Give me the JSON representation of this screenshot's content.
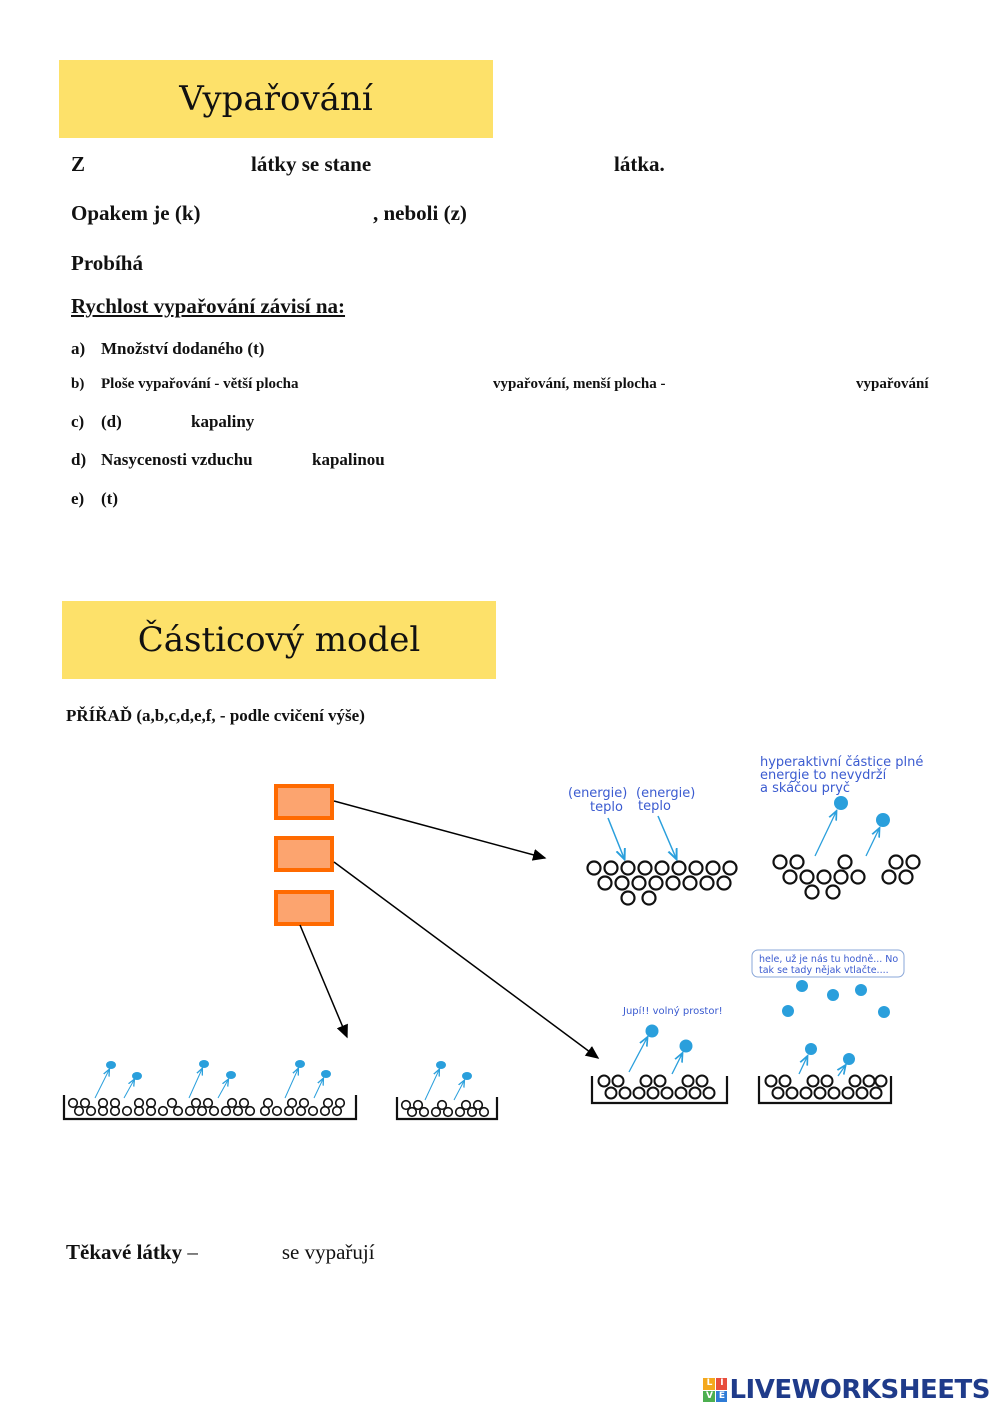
{
  "section1": {
    "title": "Vypařování",
    "line1": {
      "a": "Z",
      "b": "látky se stane",
      "c": "látka."
    },
    "line2": {
      "a": "Opakem je (k)",
      "b": ", neboli (z)"
    },
    "line3": "Probíhá",
    "heading": "Rychlost vypařování závisí na:",
    "items": [
      {
        "marker": "a)",
        "parts": [
          "Množství dodaného (t)"
        ]
      },
      {
        "marker": "b)",
        "parts": [
          "Ploše vypařování - větší plocha",
          "vypařování, menší plocha -",
          "vypařování"
        ]
      },
      {
        "marker": "c)",
        "parts": [
          "(d)",
          "kapaliny"
        ]
      },
      {
        "marker": "d)",
        "parts": [
          "Nasycenosti vzduchu",
          "kapalinou"
        ]
      },
      {
        "marker": "e)",
        "parts": [
          "(t)"
        ]
      }
    ]
  },
  "section2": {
    "title": "Částicový model",
    "instruction": "PŘÍŘAĎ (a,b,c,d,e,f, - podle cvičení výše)",
    "notes": {
      "energy1": [
        "(energie)",
        "teplo"
      ],
      "energy2": [
        "(energie)",
        "teplo"
      ],
      "hyperactive": [
        "hyperaktivní částice plné",
        "energie to nevydrží",
        "a skáčou pryč"
      ],
      "free_space": "Jupí!! volný prostor!",
      "speech": [
        "hele, už je nás tu hodně... No",
        "tak se tady nějak vtlačte...."
      ]
    }
  },
  "footer": {
    "bold": "Těkavé látky",
    "dash": " –",
    "rest": "se vypařují"
  },
  "branding": {
    "logo_text": "LIVEWORKSHEETS",
    "accent_colors": [
      "#f4a81d",
      "#e84e3c",
      "#4caf50",
      "#2e7bd6"
    ]
  },
  "colors": {
    "banner": "#fde16a",
    "answer_box": "#fca46f",
    "answer_box_border": "#ff6a00",
    "particle": "#2a9fdc",
    "note": "#3b5bd0"
  }
}
